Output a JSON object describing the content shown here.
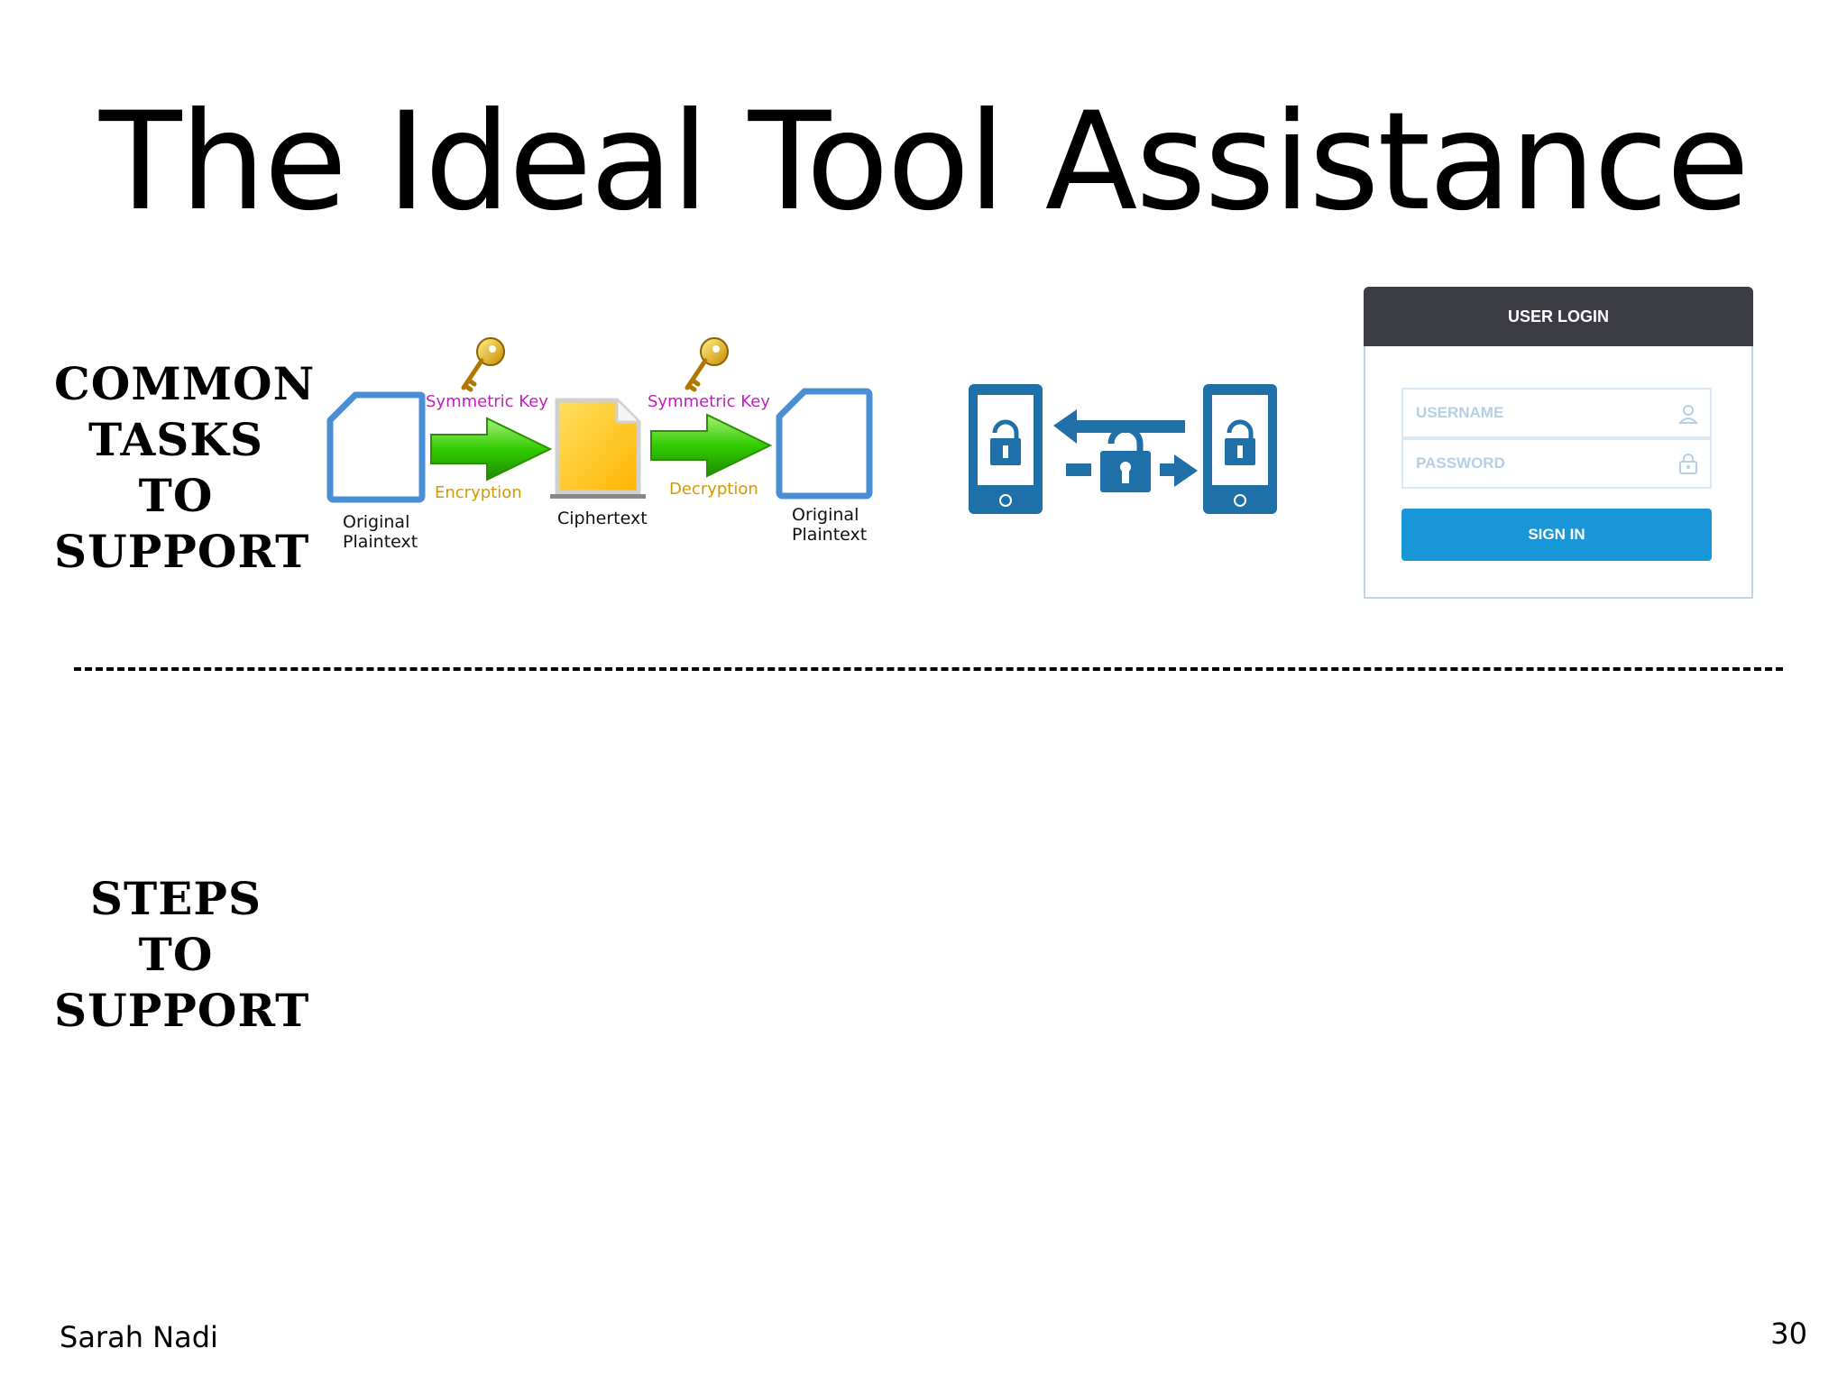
{
  "slide": {
    "title": "The Ideal Tool Assistance",
    "author": "Sarah Nadi",
    "page_number": "30"
  },
  "sections": {
    "common_tasks": [
      "Common",
      "Tasks",
      "to",
      "Support"
    ],
    "steps": [
      "Steps",
      "to",
      "Support"
    ]
  },
  "encryption_diagram": {
    "key_label_1": "Symmetric Key",
    "key_label_2": "Symmetric Key",
    "process_1": "Encryption",
    "process_2": "Decryption",
    "doc_1": [
      "Original",
      "Plaintext"
    ],
    "doc_2": "Ciphertext",
    "doc_3": [
      "Original",
      "Plaintext"
    ],
    "colors": {
      "doc_blue": "#4a8fd6",
      "arrow_green": "#33cc00",
      "cipher_yellow": "#ffc800",
      "key_gold": "#e0b020"
    }
  },
  "phone_exchange": {
    "icon": "secure-phone-exchange-icon",
    "color": "#1f6fa8"
  },
  "login": {
    "header": "USER LOGIN",
    "username_placeholder": "USERNAME",
    "password_placeholder": "PASSWORD",
    "signin_label": "SIGN IN",
    "colors": {
      "header_bg": "#3a3b43",
      "button_bg": "#1996d8"
    }
  }
}
